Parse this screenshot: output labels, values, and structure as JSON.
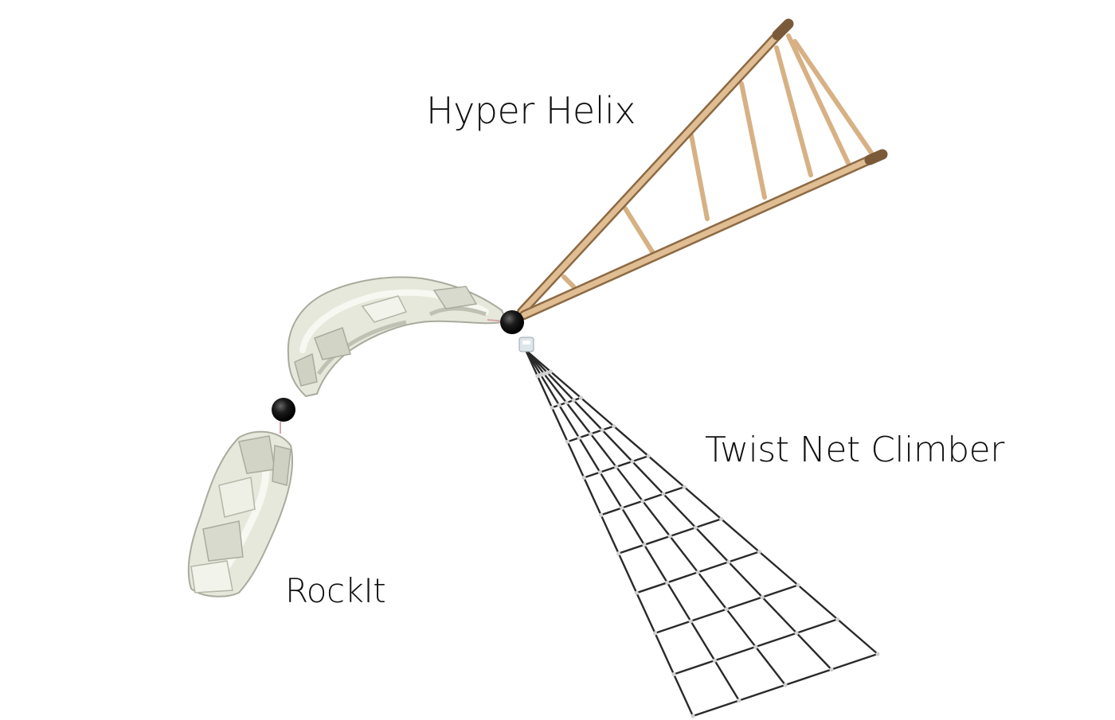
{
  "labels": {
    "hyper_helix": "Hyper Helix",
    "twist_net_climber": "Twist Net Climber",
    "rockit": "RockIt"
  },
  "colors": {
    "helix_frame": "#d7b184",
    "helix_frame_dark": "#8c6a44",
    "rock": "#e7e8dc",
    "rock_shade": "#a9ab9d",
    "rock_light": "#f7f8f1",
    "net_rope": "#2a2a2a",
    "net_knot": "#cfcfcf",
    "connector": "#111111"
  },
  "icons": [
    "connector-ball-icon",
    "net-top-clamp-icon"
  ]
}
